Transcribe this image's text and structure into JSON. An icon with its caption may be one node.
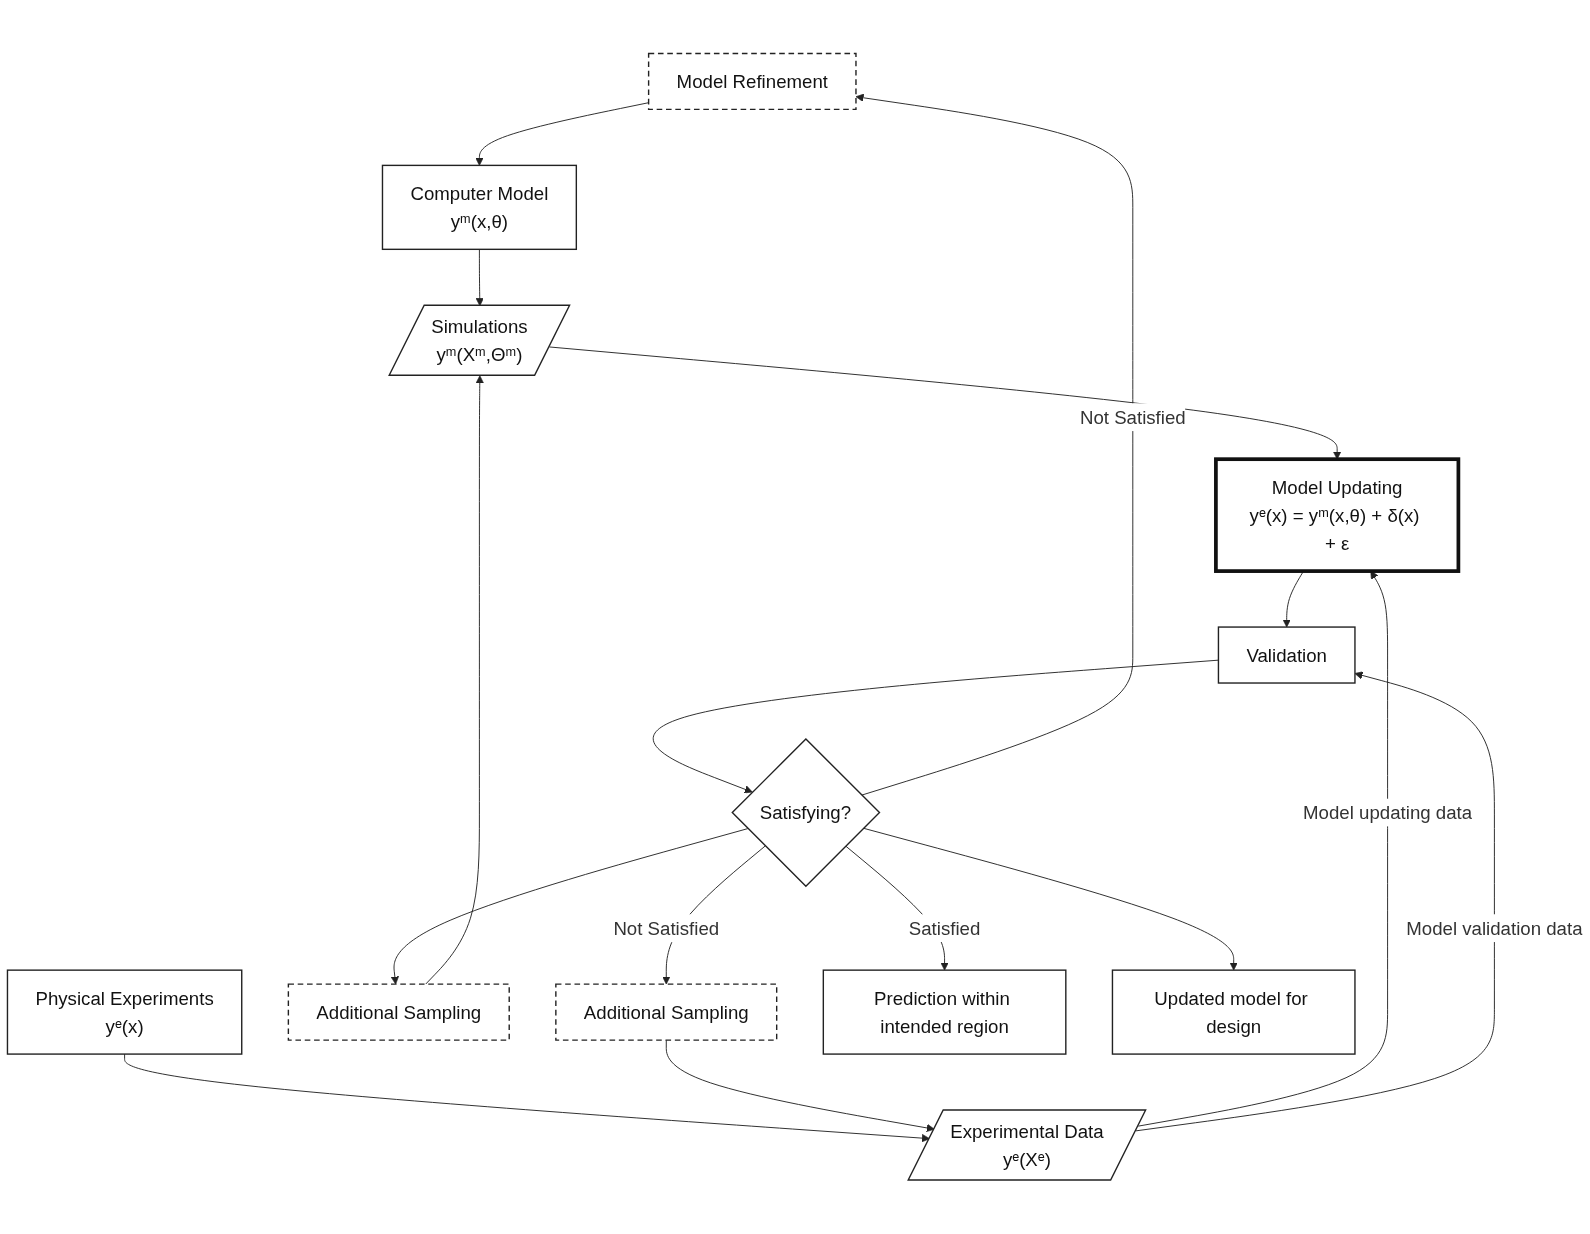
{
  "diagram": {
    "nodes": [
      {
        "text": [
          "Model Refinement"
        ]
      },
      {
        "text": [
          "Computer Model",
          "yᵐ(x,θ)"
        ]
      },
      {
        "text": [
          "Physical Experiments",
          "yᵉ(x)"
        ]
      },
      {
        "text": [
          "Additional Sampling"
        ]
      },
      {
        "text": [
          "Simulations",
          "yᵐ(Xᵐ,Θᵐ)"
        ]
      },
      {
        "text": [
          "Experimental Data",
          "yᵉ(Xᵉ)"
        ]
      },
      {
        "text": [
          "Model Updating",
          "yᵉ(x) = yᵐ(x,θ) + δ(x) + ε"
        ]
      },
      {
        "text": [
          "Additional Sampling"
        ]
      },
      {
        "text": [
          "Validation"
        ]
      },
      {
        "text": [
          "Satisfying?"
        ]
      },
      {
        "text": [
          "Prediction within intended region"
        ]
      },
      {
        "text": [
          "Updated model for design"
        ]
      }
    ],
    "edges": [
      {
        "from": 0,
        "to": 1,
        "arrow": "to"
      },
      {
        "from": 1,
        "to": 4,
        "arrow": "to"
      },
      {
        "from": 2,
        "to": 5,
        "arrow": "to"
      },
      {
        "from": 3,
        "to": 4,
        "arrow": "to"
      },
      {
        "from": 4,
        "to": 6,
        "arrow": "to"
      },
      {
        "from": 5,
        "to": 6,
        "arrow": "to",
        "label": "Model updating data"
      },
      {
        "from": 6,
        "to": 8,
        "arrow": "to"
      },
      {
        "from": 5,
        "to": 8,
        "arrow": "to",
        "label": "Model validation data"
      },
      {
        "from": 8,
        "to": 9,
        "arrow": "to"
      },
      {
        "from": 9,
        "to": 0,
        "arrow": "to",
        "label": "Not Satisfied"
      },
      {
        "from": 9,
        "to": 3,
        "arrow": "to"
      },
      {
        "from": 9,
        "to": 7,
        "arrow": "to",
        "label": "Not Satisfied"
      },
      {
        "from": 7,
        "to": 5,
        "arrow": "to"
      },
      {
        "from": 9,
        "to": 10,
        "arrow": "to",
        "label": "Satisfied"
      },
      {
        "from": 9,
        "to": 11,
        "arrow": "to"
      }
    ]
  }
}
